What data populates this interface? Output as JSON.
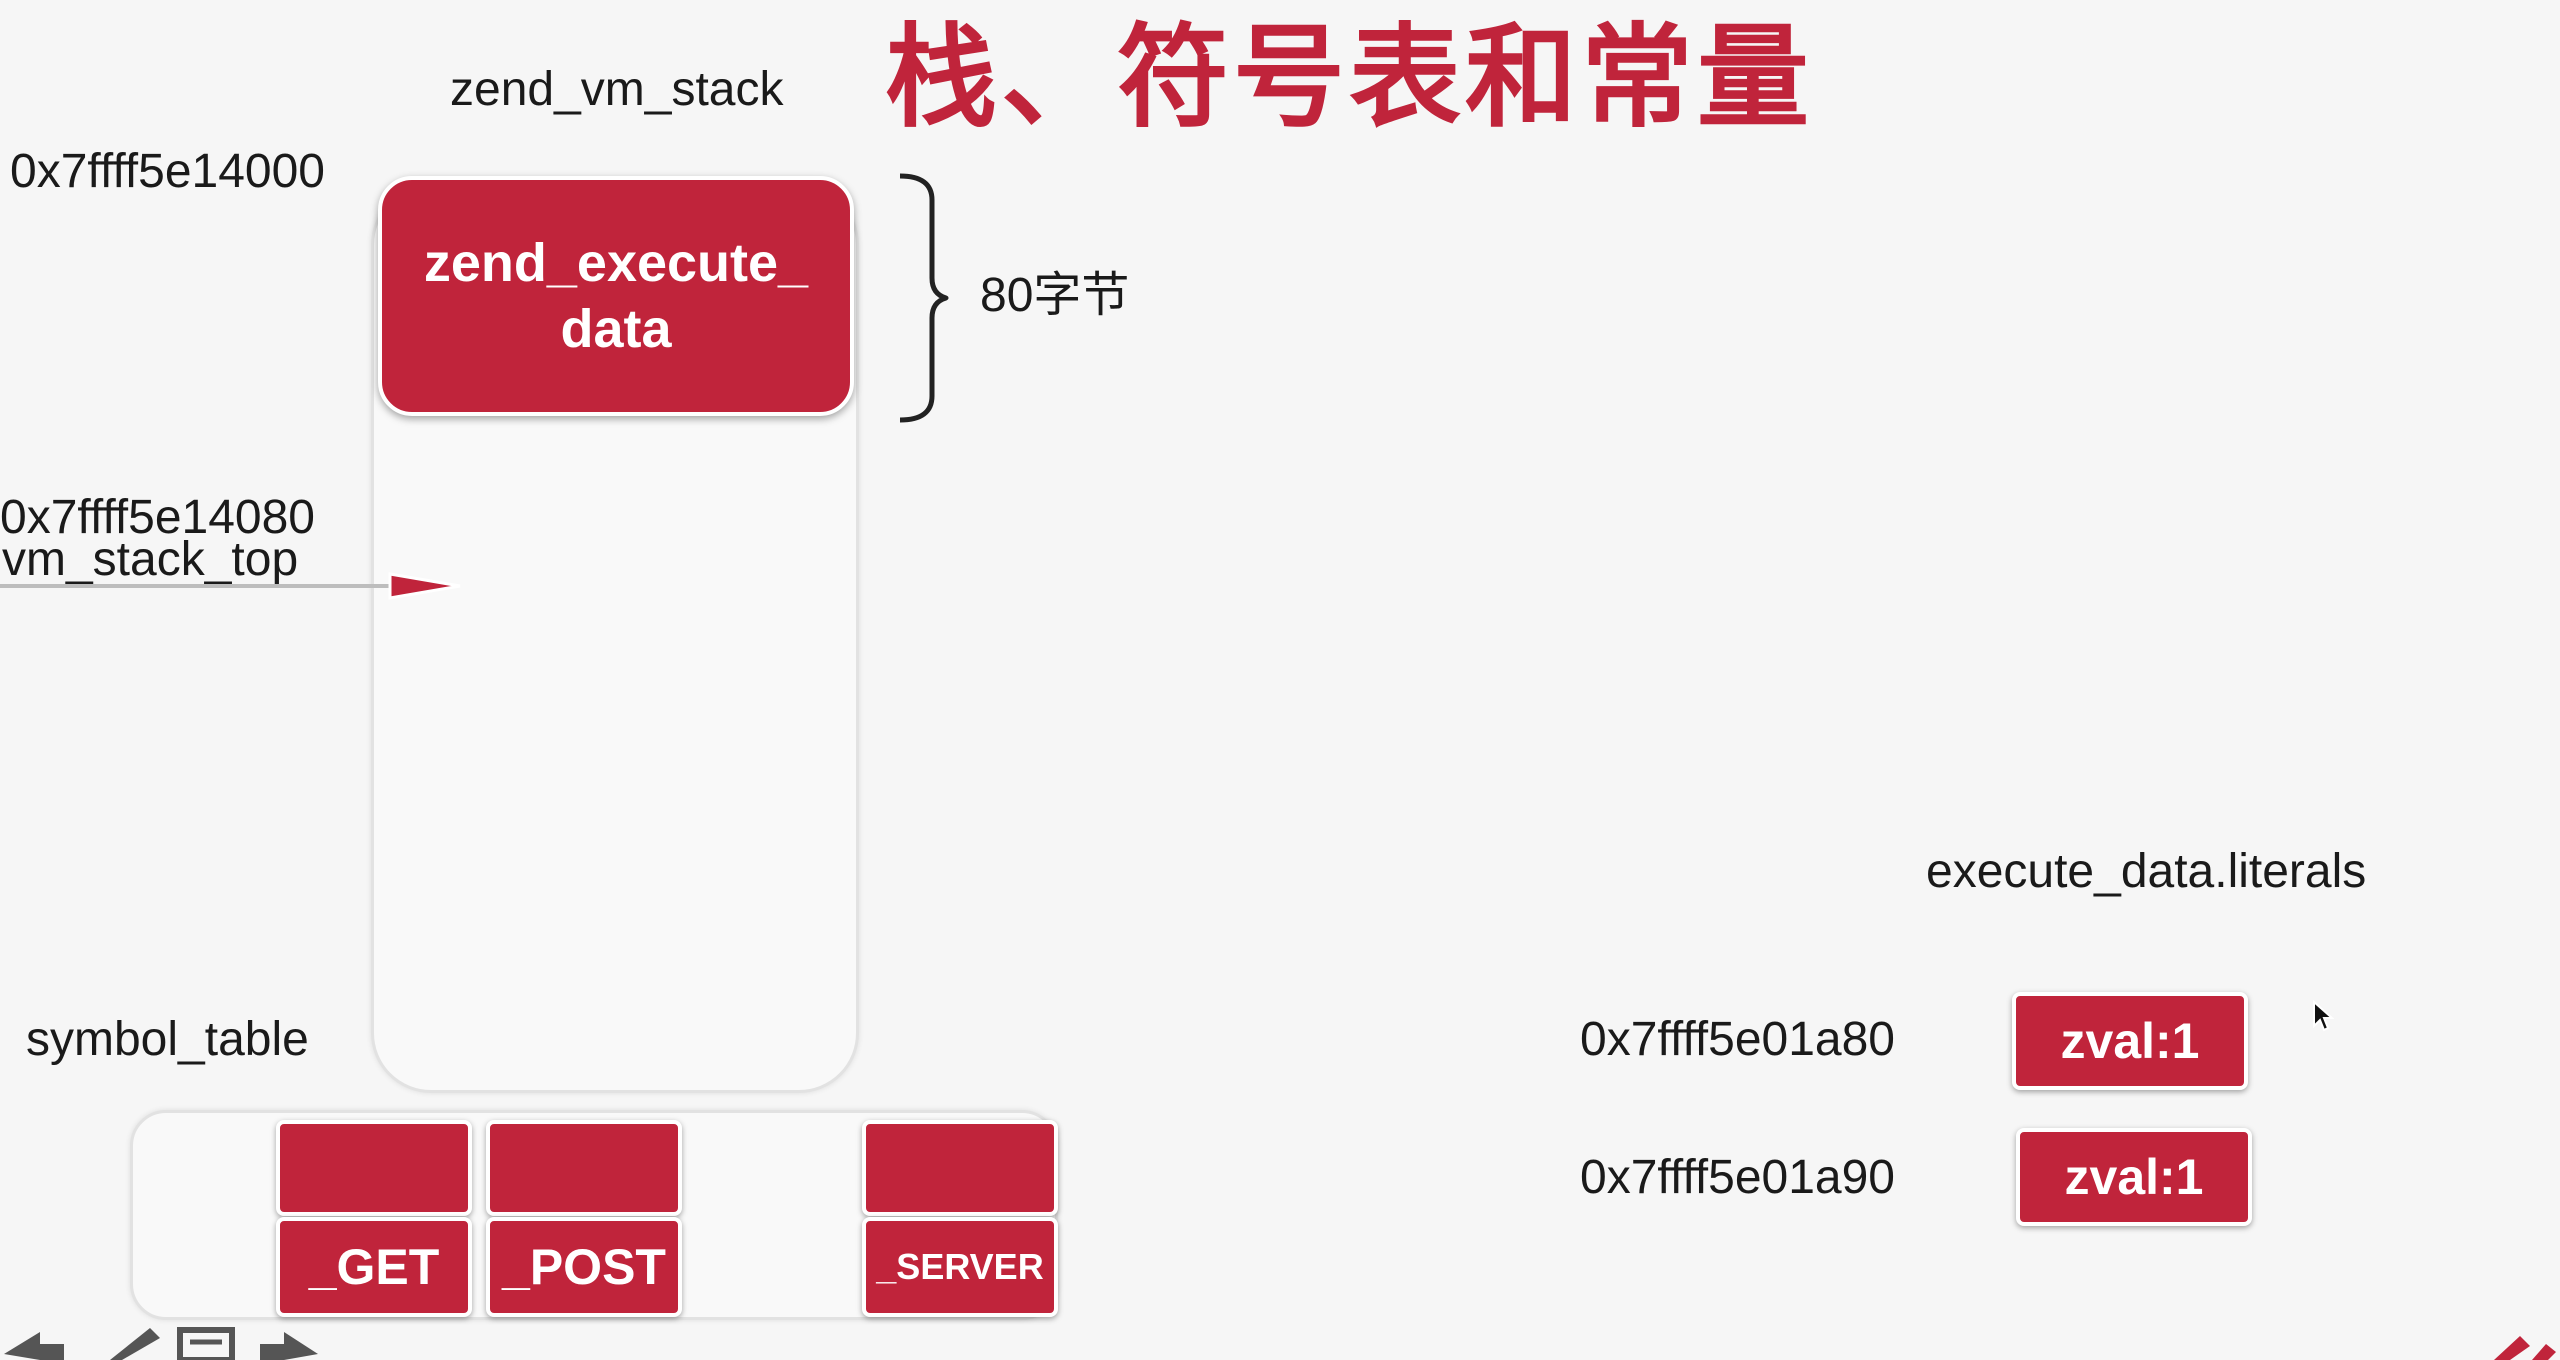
{
  "title": "栈、符号表和常量",
  "stack": {
    "name": "zend_vm_stack",
    "start_address": "0x7ffff5e14000",
    "frame_label": "zend_execute_\ndata",
    "frame_size": "80字节",
    "top_address": "0x7ffff5e14080",
    "top_name": "vm_stack_top"
  },
  "symbol_table": {
    "name": "symbol_table",
    "keys": [
      "_GET",
      "_POST",
      "_SERVER"
    ]
  },
  "literals": {
    "name": "execute_data.literals",
    "entries": [
      {
        "address": "0x7ffff5e01a80",
        "value": "zval:1"
      },
      {
        "address": "0x7ffff5e01a90",
        "value": "zval:1"
      }
    ]
  },
  "colors": {
    "accent": "#c0243b",
    "background": "#f6f6f6"
  },
  "icons": [
    "prev-arrow-icon",
    "pen-icon",
    "menu-icon",
    "next-arrow-icon",
    "mouse-cursor-icon"
  ]
}
